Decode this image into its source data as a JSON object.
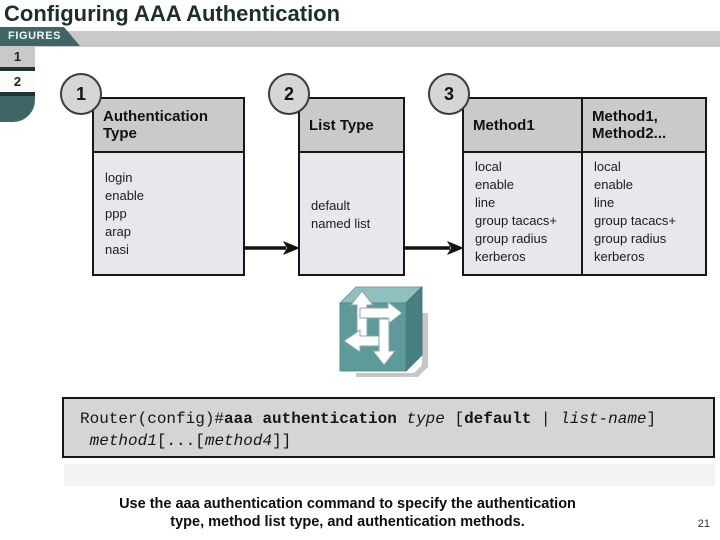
{
  "slide": {
    "title": "Configuring AAA Authentication",
    "page_number": "21",
    "caption": {
      "line1": "Use the aaa authentication command to specify the authentication",
      "line2": "type, method list type, and authentication methods."
    }
  },
  "figures_panel": {
    "tab_label": "FIGURES",
    "items": [
      {
        "label": "1",
        "selected": true
      },
      {
        "label": "2",
        "selected": false
      }
    ]
  },
  "flow": {
    "steps": [
      {
        "badge": "1",
        "header": "Authentication Type",
        "items": [
          "login",
          "enable",
          "ppp",
          "arap",
          "nasi"
        ]
      },
      {
        "badge": "2",
        "header": "List Type",
        "items": [
          "default",
          "named list"
        ]
      },
      {
        "badge": "3",
        "header": "Method1",
        "items": [
          "local",
          "enable",
          "line",
          "group tacacs+",
          "group radius",
          "kerberos"
        ]
      },
      {
        "badge": "",
        "header": "Method1, Method2...",
        "items": [
          "local",
          "enable",
          "line",
          "group tacacs+",
          "group radius",
          "kerberos"
        ]
      }
    ],
    "arrow_direction": "right"
  },
  "command": {
    "line1": [
      {
        "text": "Router(config)#",
        "style": "plain"
      },
      {
        "text": "aaa authentication",
        "style": "bold"
      },
      {
        "text": " ",
        "style": "plain"
      },
      {
        "text": "type",
        "style": "italic"
      },
      {
        "text": " [",
        "style": "plain"
      },
      {
        "text": "default",
        "style": "bold"
      },
      {
        "text": " | ",
        "style": "plain"
      },
      {
        "text": "list-name",
        "style": "italic"
      },
      {
        "text": "]",
        "style": "plain"
      }
    ],
    "line2": [
      {
        "text": " ",
        "style": "plain"
      },
      {
        "text": "method1",
        "style": "italic"
      },
      {
        "text": "[...[",
        "style": "plain"
      },
      {
        "text": "method4",
        "style": "italic"
      },
      {
        "text": "]]",
        "style": "plain"
      }
    ]
  },
  "icons": {
    "router": "router-icon",
    "flow_arrow": "arrow-right-icon"
  },
  "colors": {
    "accent_teal": "#3f6565",
    "bar_gray": "#c9c9c9",
    "box_header_bg": "#cacaca",
    "box_body_bg": "#e7e7ee",
    "command_bg": "#d5d5d5",
    "router_front": "#5c9b9a",
    "router_top": "#8fc0bf",
    "router_side": "#47807f"
  }
}
